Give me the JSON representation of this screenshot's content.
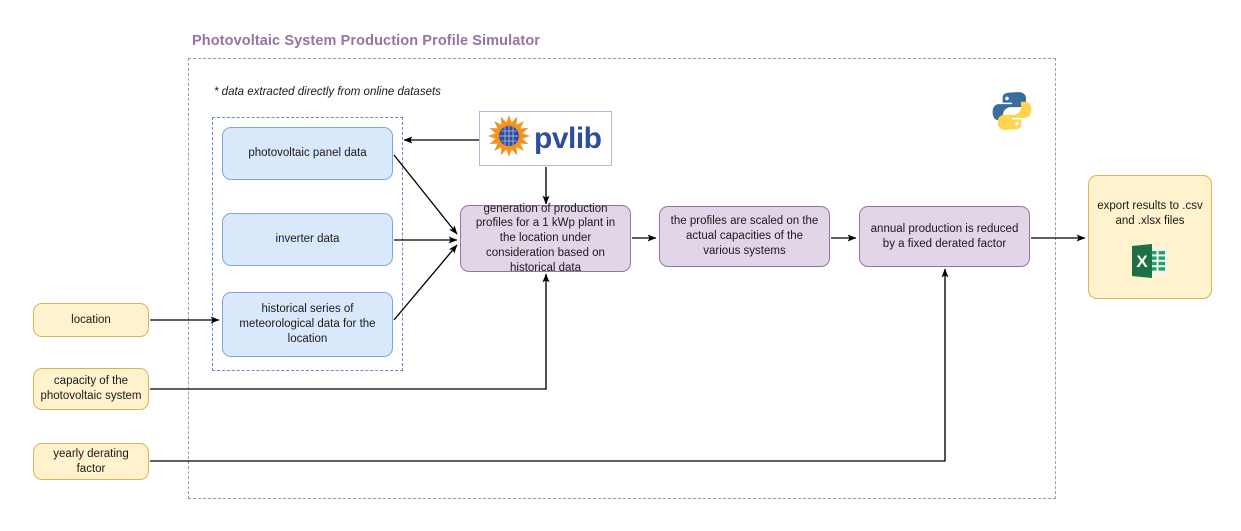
{
  "diagram": {
    "title": "Photovoltaic System Production Profile Simulator",
    "note": "* data extracted directly from online datasets"
  },
  "datasets": {
    "panel_data": "photovoltaic panel data",
    "inverter_data": "inverter data",
    "meteo_data": "historical series of meteorological data for the location"
  },
  "processes": {
    "generation": "generation of production profiles for a 1 kWp plant in the location under consideration based on historical data",
    "scaling": "the profiles are scaled on the actual capacities of the various systems",
    "derating": "annual production is reduced by a fixed derated factor"
  },
  "inputs": {
    "location": "location",
    "capacity": "capacity of the photovoltaic system",
    "derating_factor": "yearly derating factor"
  },
  "output": {
    "export": "export results to .csv and .xlsx files"
  },
  "libraries": {
    "pvlib_wordmark": "pvlib",
    "pvlib_icon": "sun-solar-panel-icon",
    "python_icon": "python-logo-icon",
    "excel_icon": "excel-file-icon"
  },
  "colors": {
    "title_purple": "#9673a6",
    "boundary_purple": "#b08cbf",
    "boundary_blue": "#6c8ebf",
    "node_blue_fill": "#dae8fc",
    "node_blue_stroke": "#7ea6dc",
    "node_purple_fill": "#e1d5e7",
    "node_purple_stroke": "#9673a6",
    "node_yellow_fill": "#fff2cc",
    "node_yellow_stroke": "#d6b656",
    "pvlib_blue": "#2f4da0",
    "pvlib_orange": "#f5921e",
    "python_blue": "#3a6d9c",
    "python_yellow": "#ffd44f",
    "excel_green": "#1e7145",
    "edge_black": "#000000"
  }
}
